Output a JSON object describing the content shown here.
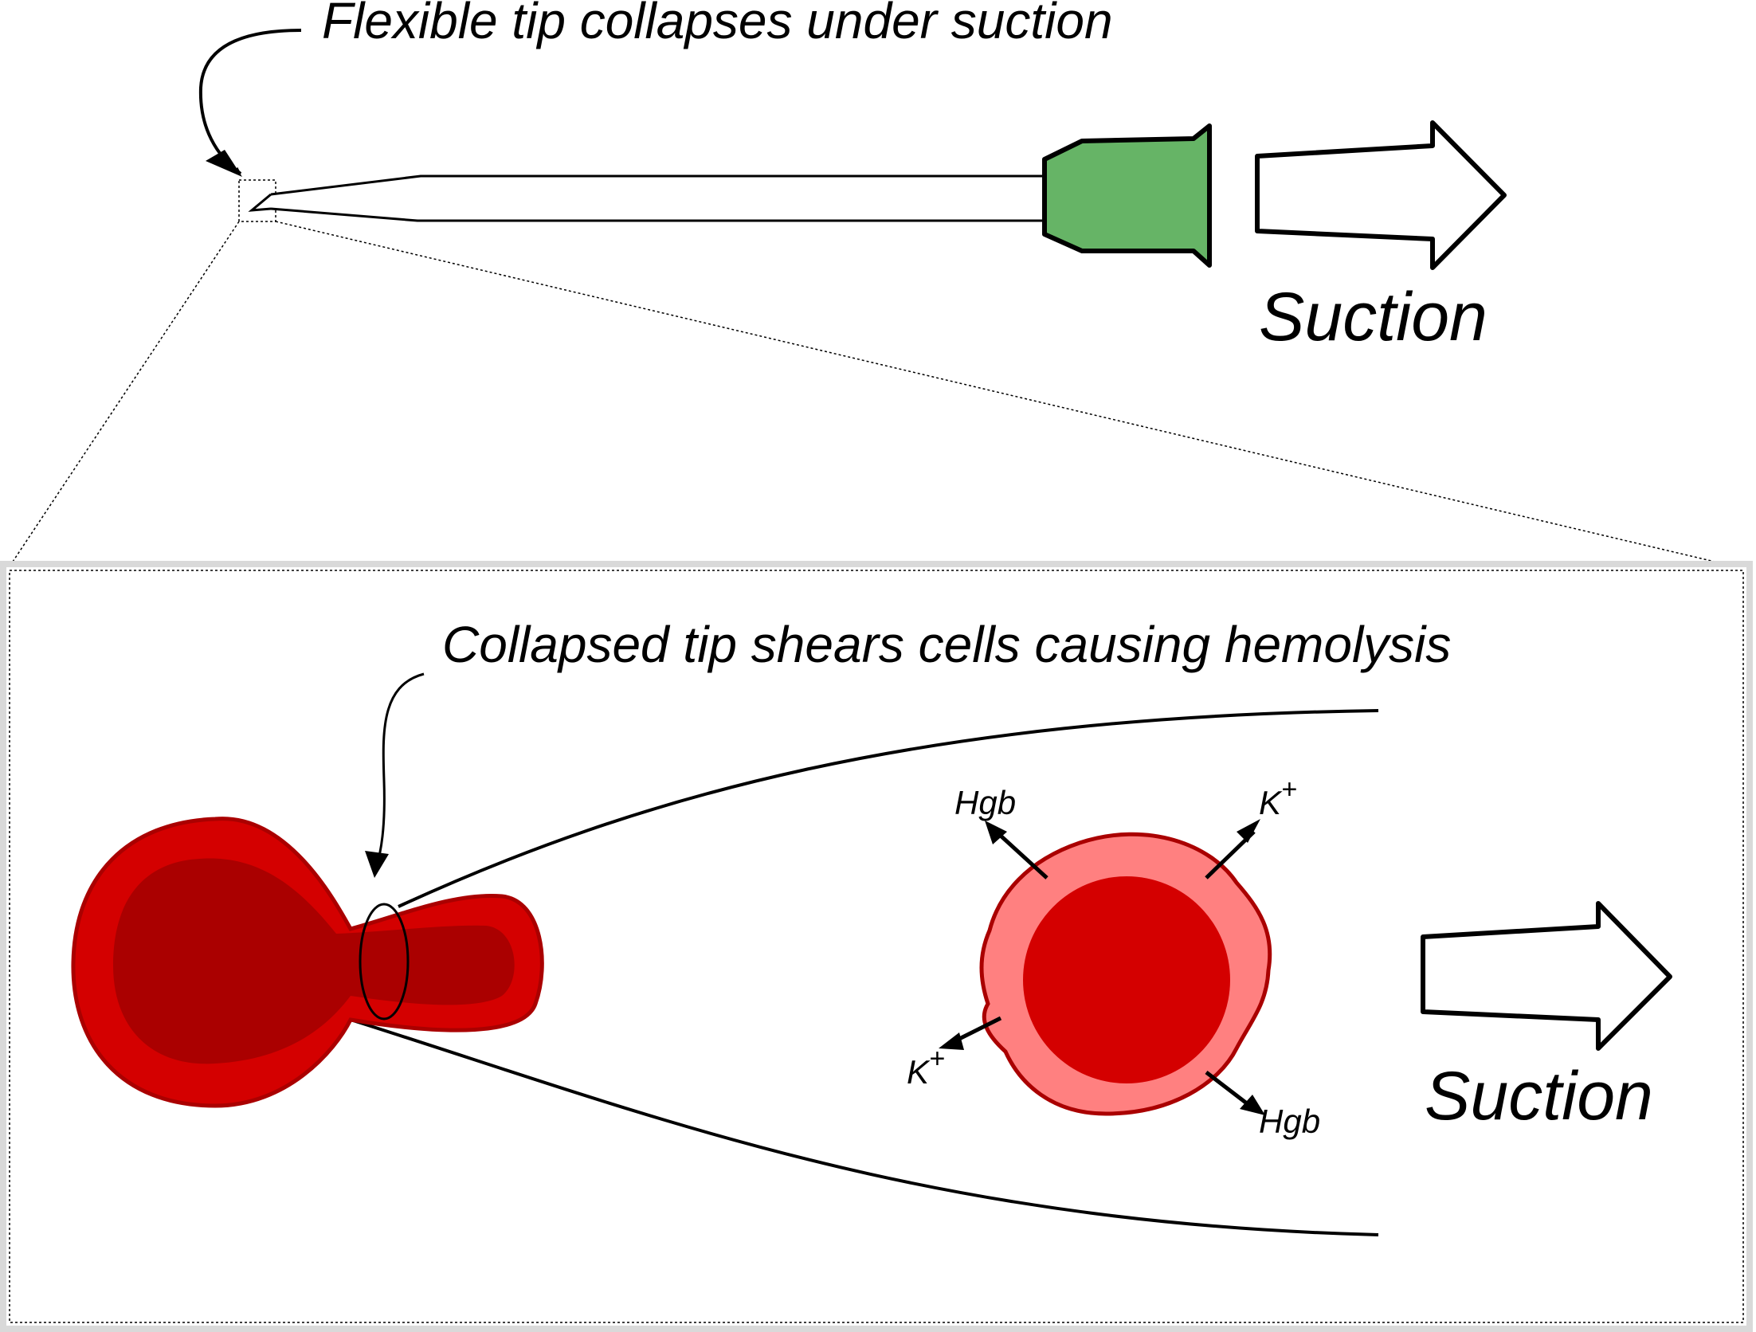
{
  "top": {
    "caption": "Flexible tip collapses under suction",
    "suction_label": "Suction"
  },
  "detail": {
    "caption": "Collapsed tip shears cells causing hemolysis",
    "suction_label": "Suction",
    "release_labels": {
      "hgb_top": "Hgb",
      "k_top": "K",
      "k_top_sup": "+",
      "k_bottom": "K",
      "k_bottom_sup": "+",
      "hgb_bottom": "Hgb"
    }
  },
  "colors": {
    "pipette_bulb": "#66b466",
    "cell_outer": "#d40000",
    "cell_inner": "#aa0000",
    "lysed_cell_membrane": "#ff8080",
    "lysed_cell_rim": "#aa0000",
    "lysed_cell_core": "#d40000",
    "panel_border": "#d9d9d9"
  }
}
